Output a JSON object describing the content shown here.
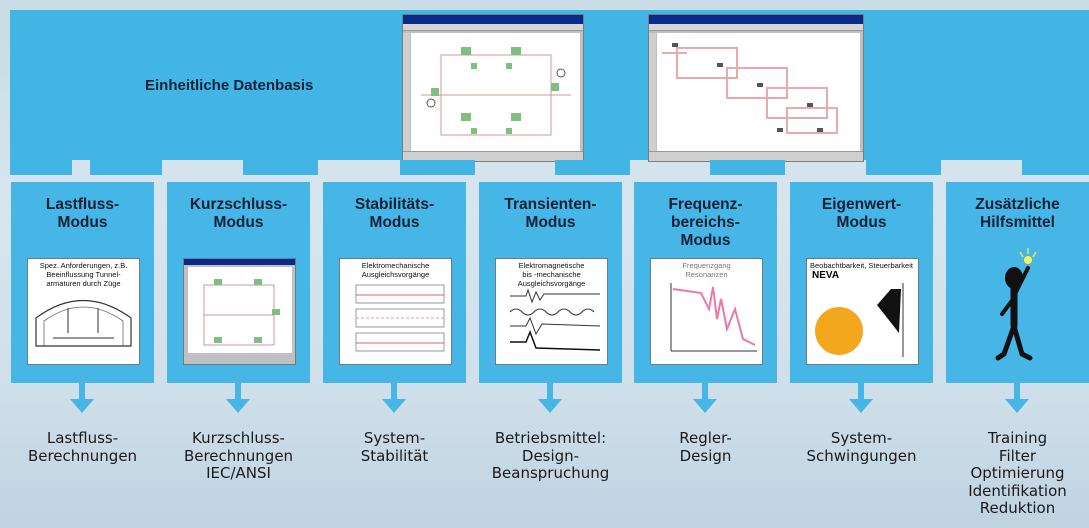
{
  "banner": {
    "title": "Einheitliche Datenbasis"
  },
  "colors": {
    "banner": "#42b5e4",
    "module": "#45b6e5",
    "text": "#0f2036"
  },
  "modules": [
    {
      "title": "Lastfluss-\nModus",
      "thumb_caption": "Spez. Anforderungen, z.B.\nBeeinflussung Tunnel-\narmaturen durch Züge",
      "result": "Lastfluss-\nBerechnungen"
    },
    {
      "title": "Kurzschluss-\nModus",
      "thumb_caption": "",
      "result": "Kurzschluss-\nBerechnungen\nIEC/ANSI"
    },
    {
      "title": "Stabilitäts-\nModus",
      "thumb_caption": "Elektromechanische\nAusgleichsvorgänge",
      "result": "System-\nStabilität"
    },
    {
      "title": "Transienten-\nModus",
      "thumb_caption": "Elektromagnetische\nbis -mechanische\nAusgleichsvorgänge",
      "result": "Betriebsmittel:\nDesign-\nBeanspruchung"
    },
    {
      "title": "Frequenz-\nbereichs-\nModus",
      "thumb_caption": "Frequenzgang\nResonanzen",
      "result": "Regler-\nDesign"
    },
    {
      "title": "Eigenwert-\nModus",
      "thumb_caption": "Beobachtbarkeit, Steuerbarkeit",
      "thumb_brand": "NEVA",
      "result": "System-\nSchwingungen"
    },
    {
      "title": "Zusätzliche\nHilfsmittel",
      "thumb_caption": "",
      "result": "Training\nFilter\nOptimierung\nIdentifikation\nReduktion"
    }
  ]
}
